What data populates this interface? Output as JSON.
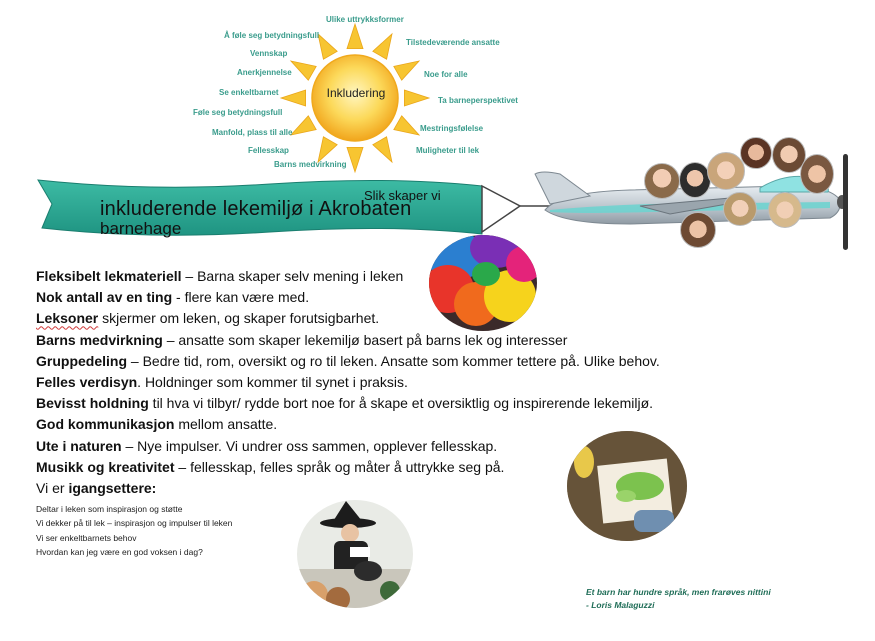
{
  "sun": {
    "center": "Inkludering",
    "words": [
      "Ulike uttrykksformer",
      "Å føle seg betydningsfull",
      "Tilstedeværende ansatte",
      "Vennskap",
      "Anerkjennelse",
      "Noe for alle",
      "Se enkeltbarnet",
      "Ta barneperspektivet",
      "Føle seg betydningsfull",
      "Mestringsfølelse",
      "Manfold, plass til alle",
      "Fellesskap",
      "Muligheter til lek",
      "Barns medvirkning"
    ]
  },
  "banner": {
    "small": "Slik skaper vi",
    "big": "inkluderende lekemiljø i Akrobaten",
    "sub": "barnehage"
  },
  "points": [
    {
      "bold": "Fleksibelt lekmateriell",
      "rest": " – Barna skaper selv mening i leken"
    },
    {
      "bold": "Nok antall av en ting",
      "rest": " - flere kan være med."
    },
    {
      "bold": "Leksoner",
      "rest": " skjermer om leken, og skaper forutsigbarhet."
    },
    {
      "bold": "Barns medvirkning",
      "rest": " – ansatte som skaper lekemiljø basert på barns lek og interesser"
    },
    {
      "bold": "Gruppedeling",
      "rest": " – Bedre tid, rom, oversikt og ro til leken. Ansatte som kommer tettere på. Ulike behov."
    },
    {
      "bold": "Felles verdisyn",
      "rest": ". Holdninger som kommer til synet i praksis."
    },
    {
      "bold": "Bevisst holdning",
      "rest": " til hva vi tilbyr/ rydde bort noe for å skape et oversiktlig og inspirerende lekemiljø."
    },
    {
      "bold": "God kommunikasjon",
      "rest": " mellom ansatte."
    },
    {
      "bold": "Ute i naturen",
      "rest": " – Nye impulser. Vi undrer oss sammen, opplever fellesskap."
    },
    {
      "bold": "Musikk og kreativitet",
      "rest": " – fellesskap, felles språk og måter å uttrykke seg på."
    }
  ],
  "igang": {
    "prefix": "Vi er ",
    "bold": "igangsettere:"
  },
  "small_points": [
    "Deltar i leken som inspirasjon og støtte",
    "Vi dekker på til lek – inspirasjon og impulser til leken",
    "Vi ser enkeltbarnets behov",
    "Hvordan kan jeg være en god voksen i dag?"
  ],
  "quote": {
    "line1": "Et barn har hundre språk, men frarøves nittini",
    "line2": "- Loris Malaguzzi"
  },
  "colors": {
    "teal": "#2aa892",
    "teal_dark": "#1c8a78",
    "sun_yellow": "#f7c531",
    "sun_orange": "#f3a11e",
    "word": "#3a9c8c",
    "quote": "#1f6d57"
  }
}
